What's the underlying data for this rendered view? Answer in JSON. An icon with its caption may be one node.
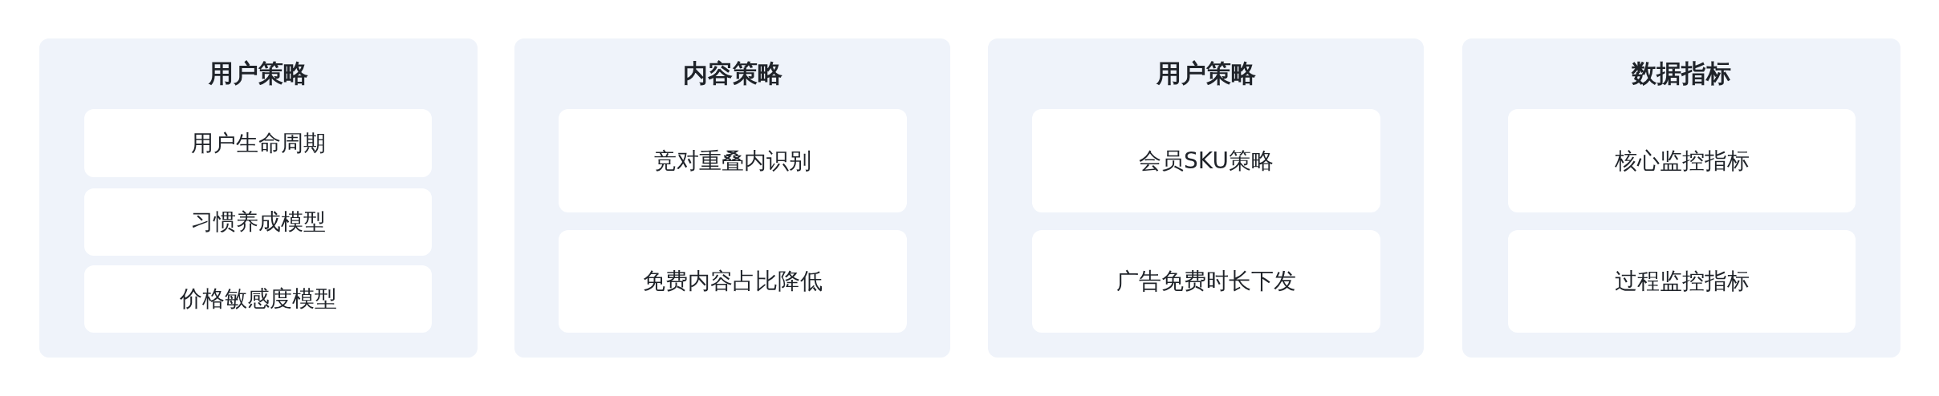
{
  "diagram": {
    "nodes": [
      {
        "text": [
          "用户策略"
        ]
      },
      {
        "text": [
          "用户生命周期"
        ],
        "in": 0
      },
      {
        "text": [
          "习惯养成模型"
        ],
        "in": 0
      },
      {
        "text": [
          "价格敏感度模型"
        ],
        "in": 0
      },
      {
        "text": [
          "内容策略"
        ]
      },
      {
        "text": [
          "竞对重叠内识别"
        ],
        "in": 4
      },
      {
        "text": [
          "免费内容占比降低"
        ],
        "in": 4
      },
      {
        "text": [
          "用户策略"
        ]
      },
      {
        "text": [
          "会员SKU策略"
        ],
        "in": 7
      },
      {
        "text": [
          "广告免费时长下发"
        ],
        "in": 7
      },
      {
        "text": [
          "数据指标"
        ]
      },
      {
        "text": [
          "核心监控指标"
        ],
        "in": 10
      },
      {
        "text": [
          "过程监控指标"
        ],
        "in": 10
      }
    ]
  }
}
